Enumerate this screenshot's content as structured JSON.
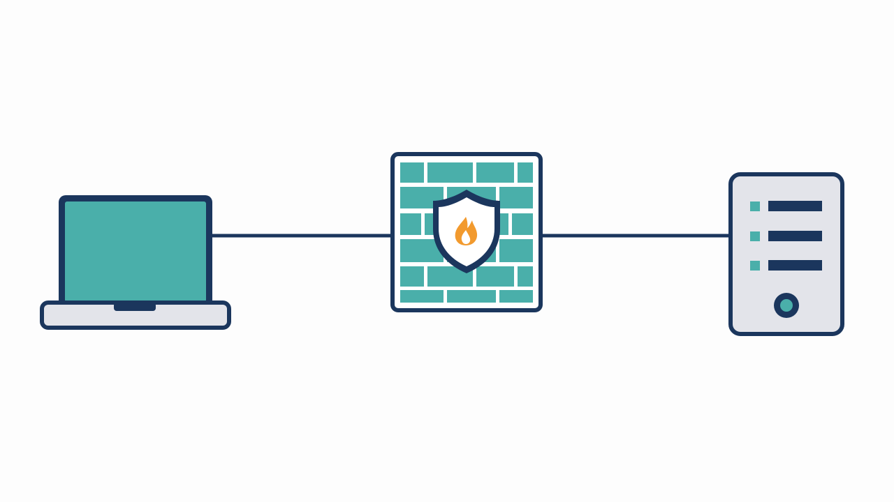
{
  "diagram": {
    "nodes": [
      {
        "id": "client",
        "icon": "laptop-icon"
      },
      {
        "id": "firewall",
        "icon": "firewall-icon",
        "emblem": "shield-flame-icon"
      },
      {
        "id": "server",
        "icon": "server-tower-icon",
        "indicator_rows": 3
      }
    ],
    "links": [
      {
        "from": "client",
        "to": "firewall"
      },
      {
        "from": "firewall",
        "to": "server"
      }
    ]
  },
  "colors": {
    "outline": "#1b365d",
    "teal": "#4aafaa",
    "light_gray": "#e3e4ea",
    "flame": "#f29a2e",
    "background": "#fdfdfd",
    "white": "#ffffff"
  }
}
